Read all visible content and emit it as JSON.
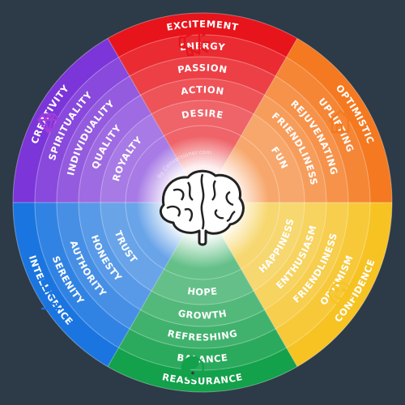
{
  "credit": "by Conversioner.com",
  "sectors": [
    {
      "id": "red",
      "color": "#e8141b",
      "icon": "megaphone-icon",
      "icon_color": "#e8141b",
      "labels": [
        "EXCITEMENT",
        "ENERGY",
        "PASSION",
        "ACTION",
        "DESIRE"
      ]
    },
    {
      "id": "orange",
      "color": "#f47920",
      "icon": "house-icon",
      "icon_color": "#f47920",
      "labels": [
        "OPTIMISTIC",
        "UPLIFTING",
        "REJUVENATING",
        "FRIENDLINESS",
        "FUN"
      ]
    },
    {
      "id": "yellow",
      "color": "#f6c323",
      "icon": "smiley-icon",
      "icon_color": "#f6c323",
      "labels": [
        "CONFIDENCE",
        "OPTIMISM",
        "FRIENDLINESS",
        "ENTHUSIASM",
        "HAPPINESS"
      ]
    },
    {
      "id": "green",
      "color": "#13a14b",
      "icon": "yin-yang-icon",
      "icon_color": "#13a14b",
      "labels": [
        "REASSURANCE",
        "BALANCE",
        "REFRESHING",
        "GROWTH",
        "HOPE"
      ]
    },
    {
      "id": "blue",
      "color": "#1a75e0",
      "icon": "microscope-icon",
      "icon_color": "#1a75e0",
      "labels": [
        "INTELLIGENCE",
        "SERENITY",
        "AUTHORITY",
        "HONESTY",
        "TRUST"
      ]
    },
    {
      "id": "purple",
      "color": "#7b35d8",
      "icon": "diamond-icon",
      "icon_color": "#a23ddb",
      "labels": [
        "CREATIVITY",
        "SPIRITUALITY",
        "INDIVIDUALITY",
        "QUALITY",
        "ROYALTY"
      ]
    }
  ]
}
